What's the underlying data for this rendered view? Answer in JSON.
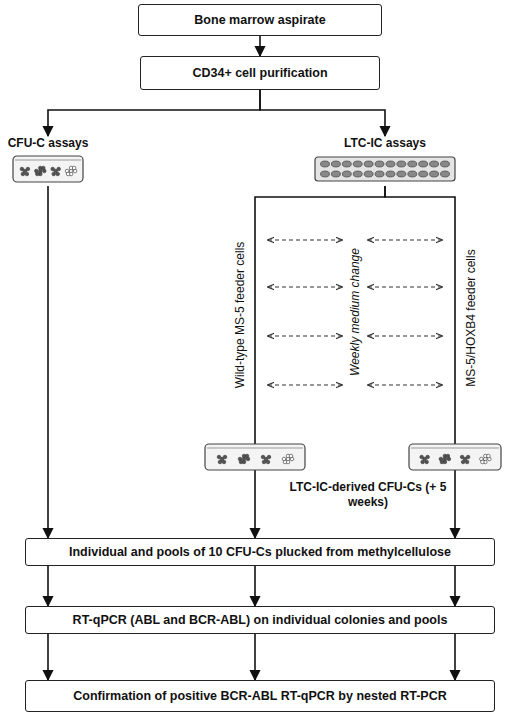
{
  "diagram": {
    "nodes": [
      {
        "text": [
          "Bone marrow aspirate"
        ]
      },
      {
        "text": [
          "CD34+ cell purification"
        ]
      },
      {
        "text": [
          "CFU-C assays"
        ]
      },
      {
        "text": [
          "LTC-IC assays"
        ]
      },
      {
        "text": [
          "Individual and pools of 10 CFU-Cs plucked from methylcellulose"
        ]
      },
      {
        "text": [
          "RT-qPCR (ABL and BCR-ABL) on individual colonies and pools"
        ]
      },
      {
        "text": [
          "Confirmation of positive BCR-ABL RT-qPCR by nested RT-PCR"
        ]
      }
    ],
    "edges": [
      {
        "from": 0,
        "to": 1,
        "arrow": "to"
      },
      {
        "from": 1,
        "to": 2,
        "arrow": "to"
      },
      {
        "from": 1,
        "to": 3,
        "arrow": "to"
      },
      {
        "from": 2,
        "to": 4,
        "arrow": "to"
      },
      {
        "from": 3,
        "to": 4,
        "label": "Wild-type MS-5 feeder cells",
        "arrow": "to"
      },
      {
        "from": 3,
        "to": 4,
        "label": "MS-5/HOXB4 feeder cells",
        "arrow": "to"
      },
      {
        "from": 4,
        "to": 5,
        "arrow": "to"
      },
      {
        "from": 4,
        "to": 5,
        "arrow": "to"
      },
      {
        "from": 4,
        "to": 5,
        "arrow": "to"
      },
      {
        "from": 5,
        "to": 6,
        "arrow": "to"
      },
      {
        "from": 5,
        "to": 6,
        "arrow": "to"
      },
      {
        "from": 5,
        "to": 6,
        "arrow": "to"
      }
    ],
    "labels": [
      "Weekly medium change",
      "LTC-IC-derived CFU-Cs (+ 5 weeks)"
    ]
  }
}
